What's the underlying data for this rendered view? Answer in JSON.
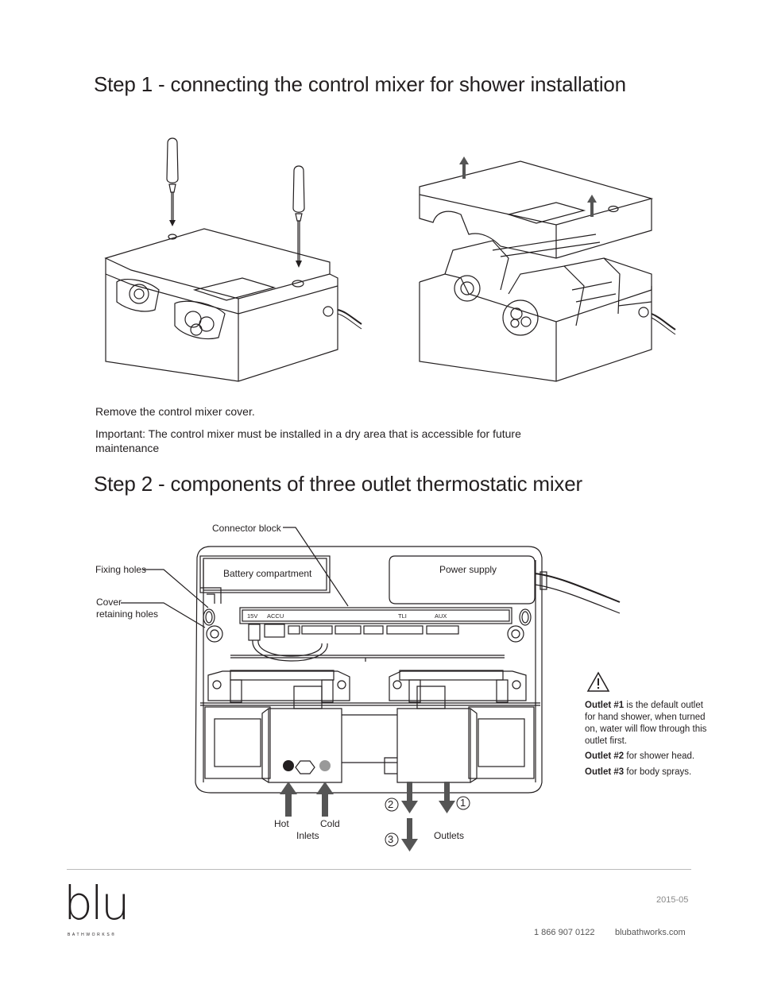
{
  "step1": {
    "title": "Step 1 - connecting the control mixer for shower installation",
    "instruction": "Remove the control mixer cover.",
    "important": "Important: The control mixer must be installed in a dry area that is accessible for future maintenance"
  },
  "step2": {
    "title": "Step 2 - components of three outlet thermostatic mixer",
    "labels": {
      "connector_block": "Connector block",
      "fixing_holes": "Fixing holes",
      "cover_holes_line1": "Cover",
      "cover_holes_line2": "retaining holes",
      "battery": "Battery compartment",
      "power": "Power supply",
      "conn_15v": "15V",
      "conn_accu": "ACCU",
      "conn_tli": "TLI",
      "conn_aux": "AUX",
      "hot": "Hot",
      "cold": "Cold",
      "inlets": "Inlets",
      "outlets": "Outlets",
      "n1": "1",
      "n2": "2",
      "n3": "3"
    },
    "notes": {
      "o1_bold": "Outlet #1",
      "o1_text": " is the default outlet for hand shower, when turned on, water will flow through this outlet first.",
      "o2_bold": "Outlet #2",
      "o2_text": " for shower head.",
      "o3_bold": "Outlet #3",
      "o3_text": " for body sprays."
    }
  },
  "footer": {
    "logo": "blu",
    "logo_sub": "BATHWORKS®",
    "date": "2015-05",
    "phone": "1 866 907 0122",
    "website": "blubathworks.com"
  },
  "colors": {
    "text": "#231f20",
    "arrow": "#555555",
    "line": "#231f20"
  }
}
